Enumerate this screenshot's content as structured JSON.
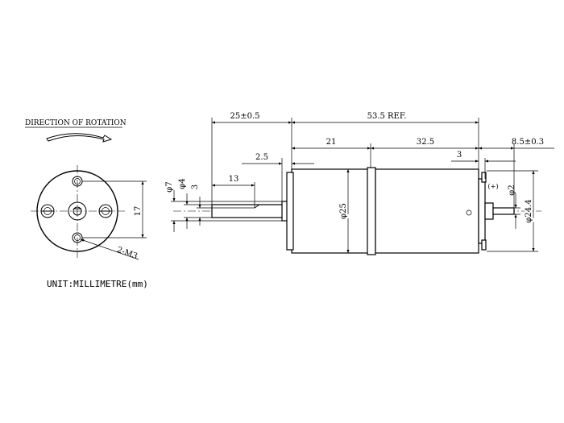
{
  "title": {
    "rotation": "DIRECTION OF ROTATION",
    "unit": "UNIT:MILLIMETRE(mm)"
  },
  "front_view": {
    "hole_label": "2-M3",
    "hole_spacing": "17"
  },
  "side_view": {
    "shaft_length": "25±0.5",
    "total_length": "53.5 REF.",
    "gearbox_length": "21",
    "motor_length": "32.5",
    "rear_boss": "8.5±0.3",
    "flange_offset": "2.5",
    "flat_length": "13",
    "rear_tab": "3",
    "shaft_dia": "φ4",
    "collar_dia": "φ7",
    "flat_depth": "3",
    "body_dia": "φ25",
    "rear_shaft_dia": "φ2",
    "motor_dia": "φ24.4",
    "polarity": "(+)"
  }
}
